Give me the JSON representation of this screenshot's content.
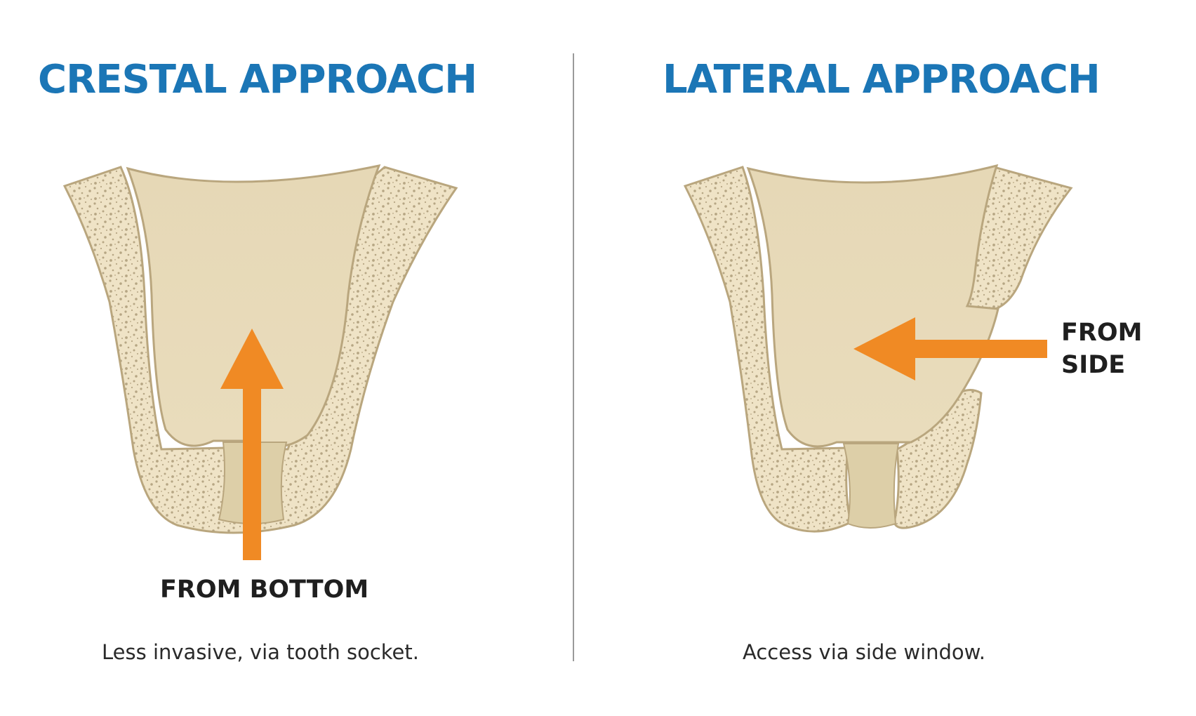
{
  "colors": {
    "heading": "#1b76b6",
    "arrow": "#f08a24",
    "bone_fill": "#efe3c6",
    "bone_speckle": "#b6a684",
    "sinus_fill": "#e4d6b2",
    "divider": "#9a9a9a",
    "label": "#1f1f1f"
  },
  "left_panel": {
    "title": "CRESTAL APPROACH",
    "arrow_label": "FROM BOTTOM",
    "arrow_direction": "up",
    "caption": "Less invasive, via tooth socket."
  },
  "right_panel": {
    "title": "LATERAL APPROACH",
    "arrow_label_line1": "FROM",
    "arrow_label_line2": "SIDE",
    "arrow_direction": "left",
    "caption": "Access via side window."
  }
}
